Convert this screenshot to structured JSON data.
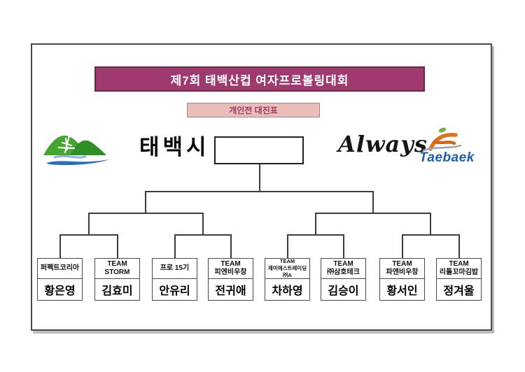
{
  "banners": {
    "title": "제7회 태백산컵 여자프로볼링대회",
    "subtitle": "개인전 대진표"
  },
  "logos": {
    "taebaek_city_text": "태백시",
    "always_text": "Always",
    "taebaek_text": "Taebaek"
  },
  "bracket": {
    "final_box_value": "",
    "players": [
      {
        "team": "퍼펙트코리아",
        "name": "황은영"
      },
      {
        "team": "TEAM\nSTORM",
        "name": "김효미"
      },
      {
        "team": "프로 15기",
        "name": "안유리"
      },
      {
        "team": "TEAM\n피엔비우창",
        "name": "전귀애"
      },
      {
        "team": "TEAM\n제이에스트레이딩\n㈜A",
        "name": "차하영"
      },
      {
        "team": "TEAM\n㈜삼호테크",
        "name": "김승이"
      },
      {
        "team": "TEAM\n파엔비우창",
        "name": "황서인"
      },
      {
        "team": "TEAM\n리틀꼬마김밥",
        "name": "정겨울"
      }
    ]
  },
  "colors": {
    "title_bg": "#9e3a6d",
    "title_text": "#ffffff",
    "subtitle_bg": "#eabdb8",
    "subtitle_text": "#9e3a6b",
    "bracket_line": "#3c3c3c",
    "taebaek_blue": "#1b5eab",
    "logo_green": "#45a52f",
    "logo_orange": "#e2711d"
  }
}
